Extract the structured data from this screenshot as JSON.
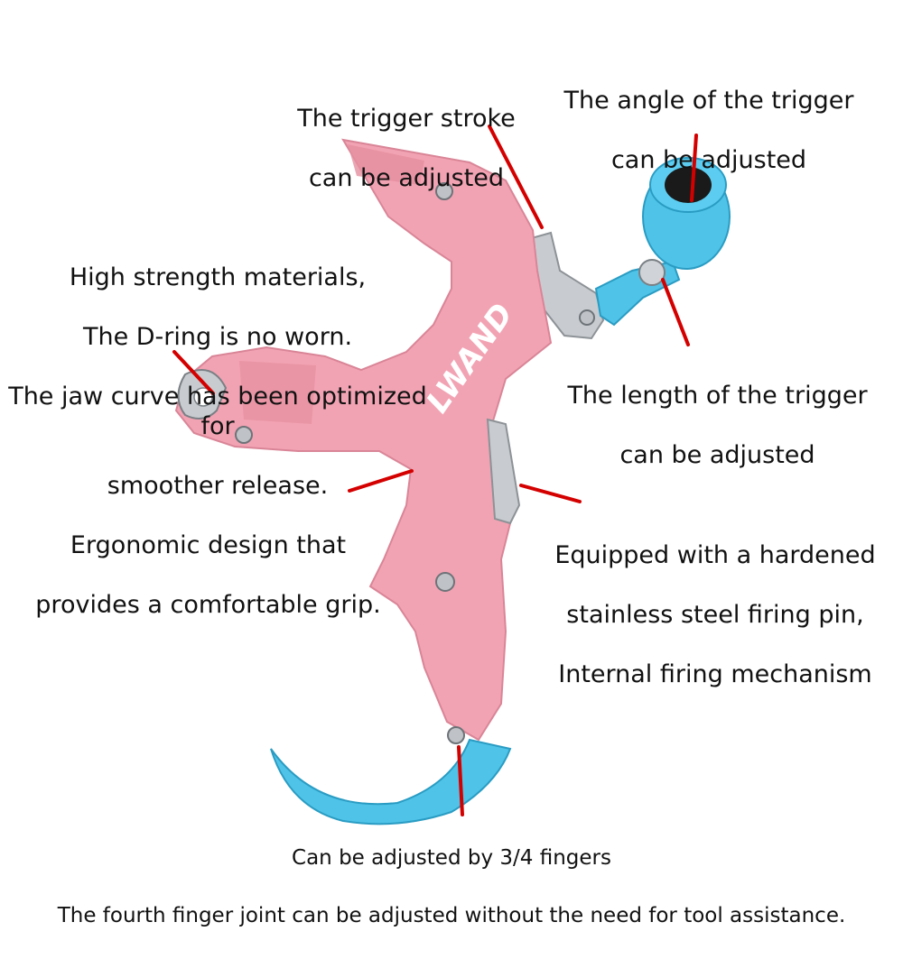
{
  "product": {
    "brand_mark": "LWAND",
    "colors": {
      "body": "#f2a3b3",
      "body_shade": "#e58ea0",
      "accent": "#4fc3e8",
      "steel": "#c8ccd0",
      "pointer": "#d40000"
    }
  },
  "annotations": {
    "trigger_stroke": [
      "The trigger stroke",
      "can be adjusted"
    ],
    "trigger_angle": [
      "The angle of the trigger",
      "can be adjusted"
    ],
    "materials": [
      "High strength materials,",
      "The D-ring is no worn.",
      "The jaw curve has been optimized for",
      "smoother release."
    ],
    "trigger_length": [
      "The length of the trigger",
      "can be adjusted"
    ],
    "ergonomic": [
      "Ergonomic design that",
      "provides a comfortable grip."
    ],
    "firing_pin": [
      "Equipped with a hardened",
      "stainless steel firing pin,",
      "Internal firing mechanism"
    ],
    "fingers": [
      "Can be adjusted by 3/4 fingers",
      "The fourth finger joint can be adjusted without the need for tool assistance."
    ]
  }
}
